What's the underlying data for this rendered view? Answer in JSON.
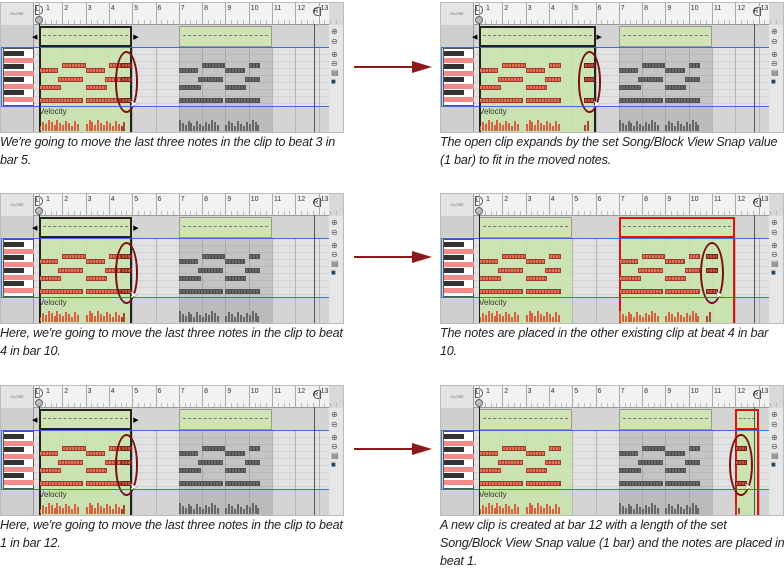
{
  "panel_common": {
    "close_label": "CLOSE",
    "velocity_label": "Velocity",
    "ruler_labels": [
      "1",
      "2",
      "3",
      "4",
      "5",
      "6",
      "7",
      "8",
      "9",
      "10",
      "11",
      "12",
      "13"
    ],
    "loop_start_marker": "L",
    "loop_end_marker": "R"
  },
  "steps": [
    {
      "caption": "We're going to move the last three notes in the clip to beat 3 in bar 5."
    },
    {
      "caption": "The open clip expands by the set Song/Block View Snap value (1 bar) to fit in the moved notes."
    },
    {
      "caption": "Here, we're going to move the last three notes in the clip to beat 4 in bar 10."
    },
    {
      "caption": "The notes are placed in the other existing clip at beat 4 in bar 10."
    },
    {
      "caption": "Here, we're going to move the last three notes in the clip to beat 1 in bar 12."
    },
    {
      "caption": "A new clip is created at bar 12 with a length of the set Song/Block View Snap value (1 bar) and the notes are placed in beat 1."
    }
  ],
  "colors": {
    "accent_blue": "#3a6fd0",
    "selection_red": "#e01010",
    "note": "#e8734f",
    "clip_green": "#cfe3b4",
    "arrow": "#8b1a1a"
  }
}
